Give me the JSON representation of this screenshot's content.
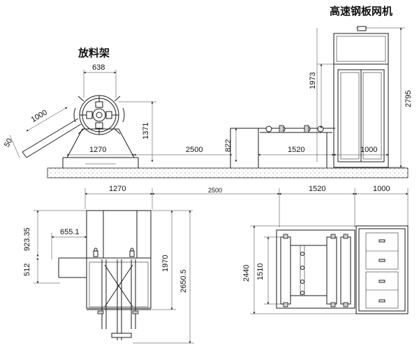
{
  "titles": {
    "machine": "高速钢板网机",
    "uncoiler": "放料架"
  },
  "side_view_dims": {
    "coil_width": "638",
    "arm_length": "1000",
    "arm_offset": "50",
    "uncoiler_base": "1270",
    "uncoiler_height": "1371",
    "gap": "2500",
    "table_height": "822",
    "feeder": "1520",
    "machine_len": "1000",
    "cabinet_height": "1973",
    "machine_height": "2795"
  },
  "top_view_dims": {
    "uncoiler_base": "1270",
    "gap": "2500",
    "feeder": "1520",
    "machine_len": "1000",
    "offset_y": "923.35",
    "offset_x": "655.1",
    "small_h": "512",
    "inner_w": "1970",
    "total_w": "2650.5",
    "machine_w": "2440",
    "feeder_w": "1510"
  }
}
